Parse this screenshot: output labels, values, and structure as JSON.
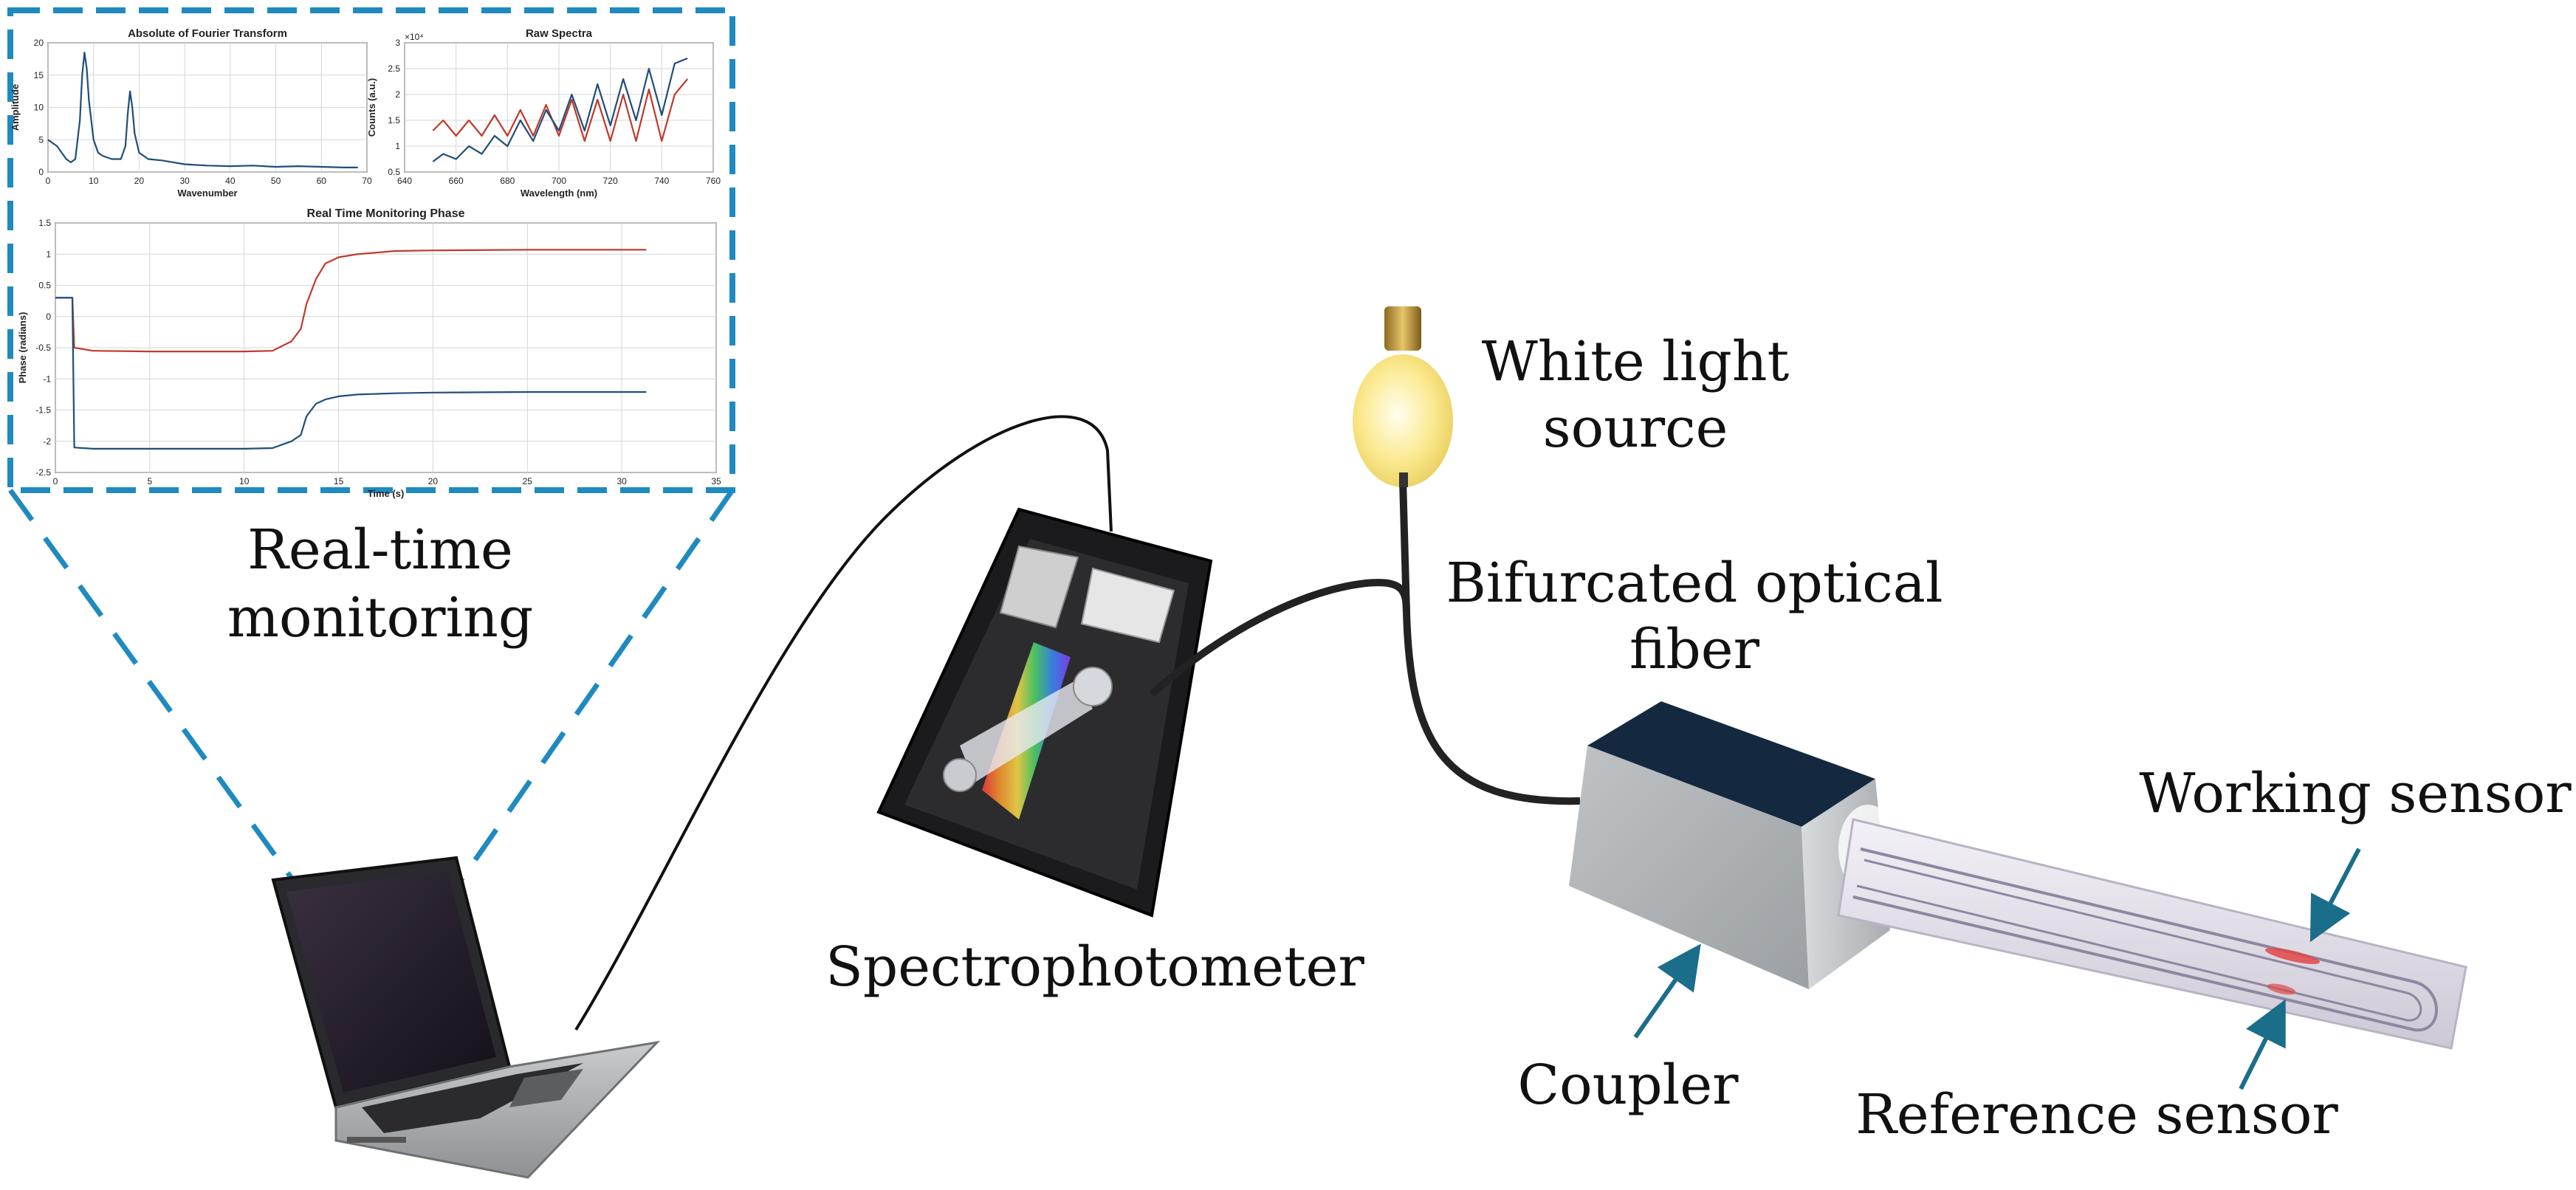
{
  "labels": {
    "realtime": [
      "Real-time",
      "monitoring"
    ],
    "spectro": "Spectrophotometer",
    "white_light": [
      "White light",
      "source"
    ],
    "bifurcated": [
      "Bifurcated optical",
      "fiber"
    ],
    "coupler": "Coupler",
    "working": "Working sensor",
    "reference": "Reference sensor"
  },
  "colors": {
    "dashed_box": "#1f8ac0",
    "series_blue": "#1f4e79",
    "series_orange": "#c0392b",
    "arrow": "#1a6e8a"
  },
  "chart_data": [
    {
      "type": "line",
      "title": "Absolute of Fourier Transform",
      "xlabel": "Wavenumber",
      "ylabel": "Amplitude",
      "xlim": [
        0,
        70
      ],
      "ylim": [
        0,
        20
      ],
      "xticks": [
        "0",
        "10",
        "20",
        "30",
        "40",
        "50",
        "60",
        "70"
      ],
      "yticks": [
        "0",
        "5",
        "10",
        "15",
        "20"
      ],
      "grid": true,
      "series": [
        {
          "color": "#1f4e79",
          "x": [
            0,
            2,
            4,
            5,
            6,
            7,
            7.5,
            8,
            8.5,
            9,
            10,
            11,
            12,
            14,
            16,
            17,
            17.5,
            18,
            18.5,
            19,
            20,
            22,
            25,
            30,
            35,
            40,
            45,
            50,
            55,
            60,
            65,
            68
          ],
          "values": [
            5,
            4,
            2,
            1.5,
            2,
            8,
            15,
            18.5,
            16,
            11,
            5,
            3,
            2.5,
            2,
            2,
            4,
            9,
            12.5,
            10,
            6,
            3,
            2,
            1.8,
            1.2,
            1,
            0.9,
            1,
            0.8,
            0.9,
            0.8,
            0.7,
            0.7
          ]
        }
      ]
    },
    {
      "type": "line",
      "title": "Raw Spectra",
      "xlabel": "Wavelength (nm)",
      "ylabel": "Counts (a.u.)",
      "multiplier": "×10⁴",
      "xlim": [
        640,
        760
      ],
      "ylim": [
        0.5,
        3
      ],
      "xticks": [
        "640",
        "660",
        "680",
        "700",
        "720",
        "740",
        "760"
      ],
      "yticks": [
        "0.5",
        "1",
        "1.5",
        "2",
        "2.5",
        "3"
      ],
      "grid": true,
      "series": [
        {
          "color": "#c0392b",
          "x": [
            651,
            655,
            660,
            665,
            670,
            675,
            680,
            685,
            690,
            695,
            700,
            705,
            710,
            715,
            720,
            725,
            730,
            735,
            740,
            745,
            750
          ],
          "values": [
            1.3,
            1.5,
            1.2,
            1.5,
            1.2,
            1.6,
            1.2,
            1.7,
            1.2,
            1.8,
            1.2,
            1.9,
            1.1,
            1.9,
            1.1,
            2.0,
            1.1,
            2.1,
            1.1,
            2.0,
            2.3
          ]
        },
        {
          "color": "#1f4e79",
          "x": [
            651,
            655,
            660,
            665,
            670,
            675,
            680,
            685,
            690,
            695,
            700,
            705,
            710,
            715,
            720,
            725,
            730,
            735,
            740,
            745,
            750
          ],
          "values": [
            0.7,
            0.85,
            0.75,
            1.0,
            0.85,
            1.2,
            1.0,
            1.5,
            1.1,
            1.7,
            1.3,
            2.0,
            1.3,
            2.2,
            1.4,
            2.3,
            1.5,
            2.5,
            1.6,
            2.6,
            2.7
          ]
        }
      ]
    },
    {
      "type": "line",
      "title": "Real Time Monitoring Phase",
      "xlabel": "Time (s)",
      "ylabel": "Phase (radians)",
      "xlim": [
        0,
        35
      ],
      "ylim": [
        -2.5,
        1.5
      ],
      "xticks": [
        "0",
        "5",
        "10",
        "15",
        "20",
        "25",
        "30",
        "35"
      ],
      "yticks": [
        "-2.5",
        "-2",
        "-1.5",
        "-1",
        "-0.5",
        "0",
        "0.5",
        "1",
        "1.5"
      ],
      "grid": true,
      "series": [
        {
          "color": "#c0392b",
          "x": [
            0,
            0.9,
            1,
            2,
            5,
            10,
            11.5,
            12.5,
            13,
            13.3,
            13.8,
            14.3,
            15,
            16,
            18,
            20,
            25,
            31.3
          ],
          "values": [
            0.3,
            0.3,
            -0.5,
            -0.55,
            -0.56,
            -0.56,
            -0.55,
            -0.4,
            -0.2,
            0.2,
            0.6,
            0.85,
            0.95,
            1.0,
            1.05,
            1.06,
            1.07,
            1.07
          ]
        },
        {
          "color": "#1f4e79",
          "x": [
            0,
            0.9,
            1,
            2,
            5,
            10,
            11.5,
            12.5,
            13,
            13.3,
            13.8,
            14.3,
            15,
            16,
            18,
            20,
            25,
            31.3
          ],
          "values": [
            0.3,
            0.3,
            -2.1,
            -2.12,
            -2.12,
            -2.12,
            -2.11,
            -2.0,
            -1.9,
            -1.6,
            -1.4,
            -1.33,
            -1.28,
            -1.25,
            -1.23,
            -1.22,
            -1.21,
            -1.21
          ]
        }
      ]
    }
  ]
}
